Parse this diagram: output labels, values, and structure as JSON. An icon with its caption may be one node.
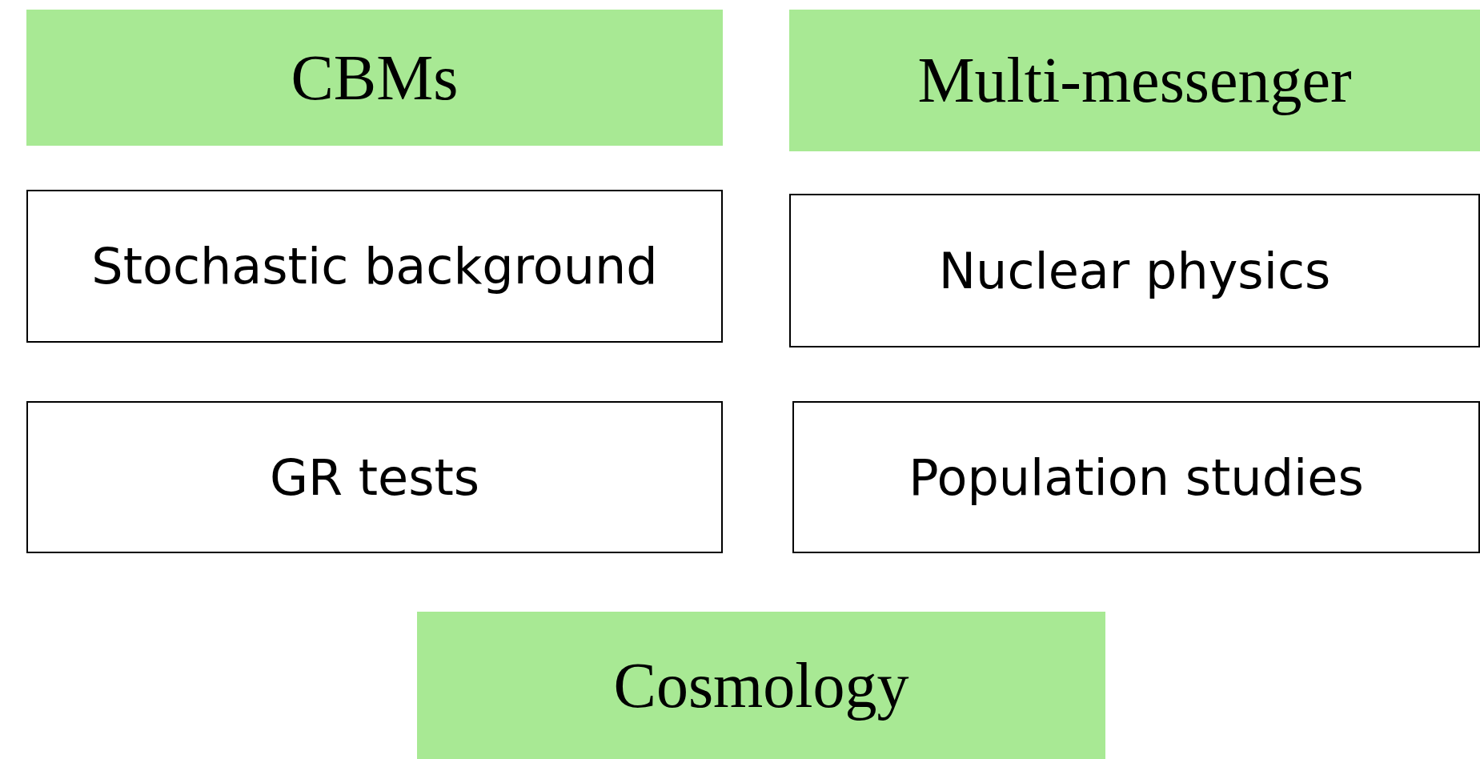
{
  "diagram": {
    "nodes": [
      {
        "text": [
          "CBMs"
        ]
      },
      {
        "text": [
          "Multi-messenger"
        ]
      },
      {
        "text": [
          "Stochastic background"
        ]
      },
      {
        "text": [
          "Nuclear physics"
        ]
      },
      {
        "text": [
          "GR tests"
        ]
      },
      {
        "text": [
          "Population studies"
        ]
      },
      {
        "text": [
          "Cosmology"
        ]
      }
    ]
  }
}
